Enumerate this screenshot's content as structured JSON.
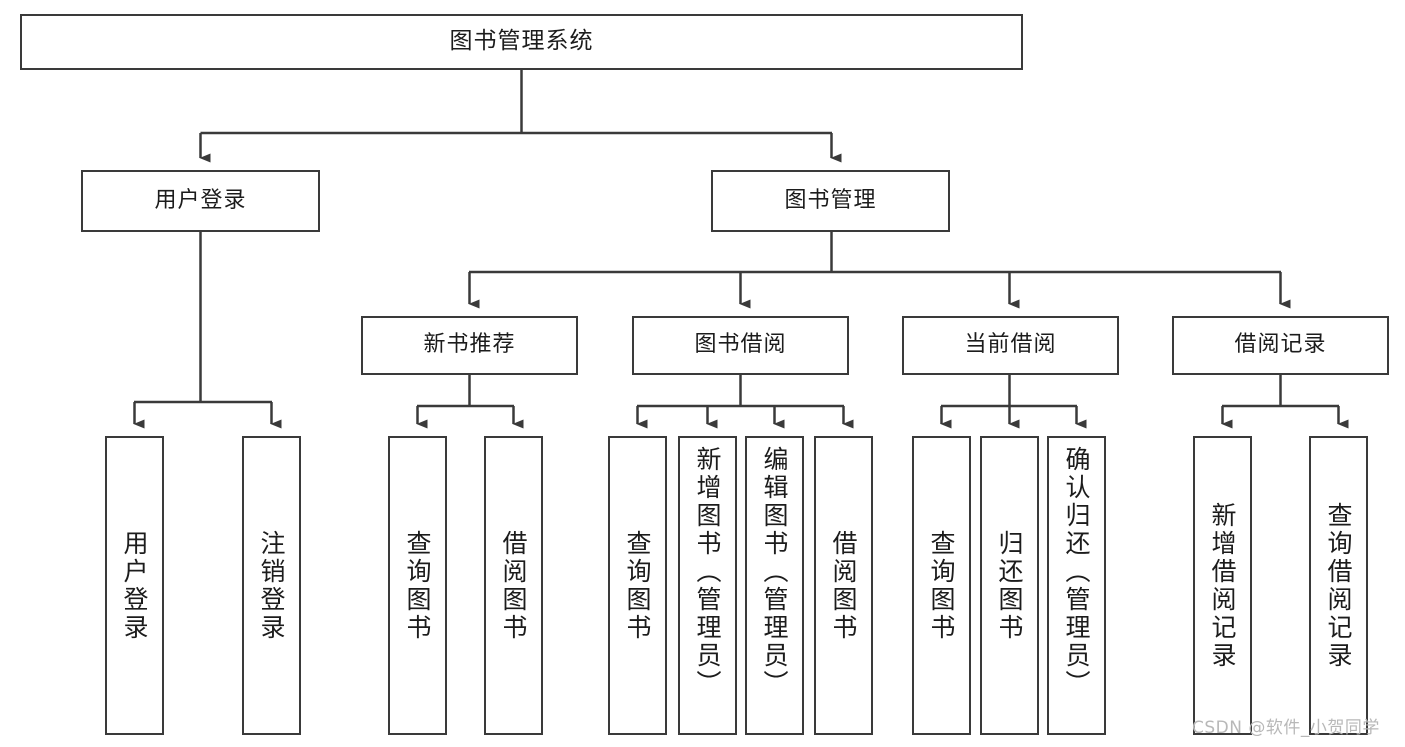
{
  "diagram": {
    "type": "hierarchy-tree",
    "title": "图书管理系统",
    "watermark": "CSDN @软件_小贺同学",
    "colors": {
      "box_border": "#3a3a3a",
      "box_fill": "#ffffff",
      "connector": "#3a3a3a",
      "text": "#1c1c1c",
      "watermark": "#b8b8b8",
      "background": "#ffffff"
    },
    "levels": {
      "root": {
        "label": "图书管理系统"
      },
      "level2": [
        {
          "label": "用户登录"
        },
        {
          "label": "图书管理"
        }
      ],
      "level3": [
        {
          "label": "新书推荐"
        },
        {
          "label": "图书借阅"
        },
        {
          "label": "当前借阅"
        },
        {
          "label": "借阅记录"
        }
      ],
      "leaves": {
        "user_login": [
          {
            "label": "用户登录"
          },
          {
            "label": "注销登录"
          }
        ],
        "new_book_recommend": [
          {
            "label": "查询图书"
          },
          {
            "label": "借阅图书"
          }
        ],
        "book_borrow": [
          {
            "label": "查询图书"
          },
          {
            "label": "新增图书（管理员）"
          },
          {
            "label": "编辑图书（管理员）"
          },
          {
            "label": "借阅图书"
          }
        ],
        "current_borrow": [
          {
            "label": "查询图书"
          },
          {
            "label": "归还图书"
          },
          {
            "label": "确认归还（管理员）"
          }
        ],
        "borrow_record": [
          {
            "label": "新增借阅记录"
          },
          {
            "label": "查询借阅记录"
          }
        ]
      }
    }
  }
}
